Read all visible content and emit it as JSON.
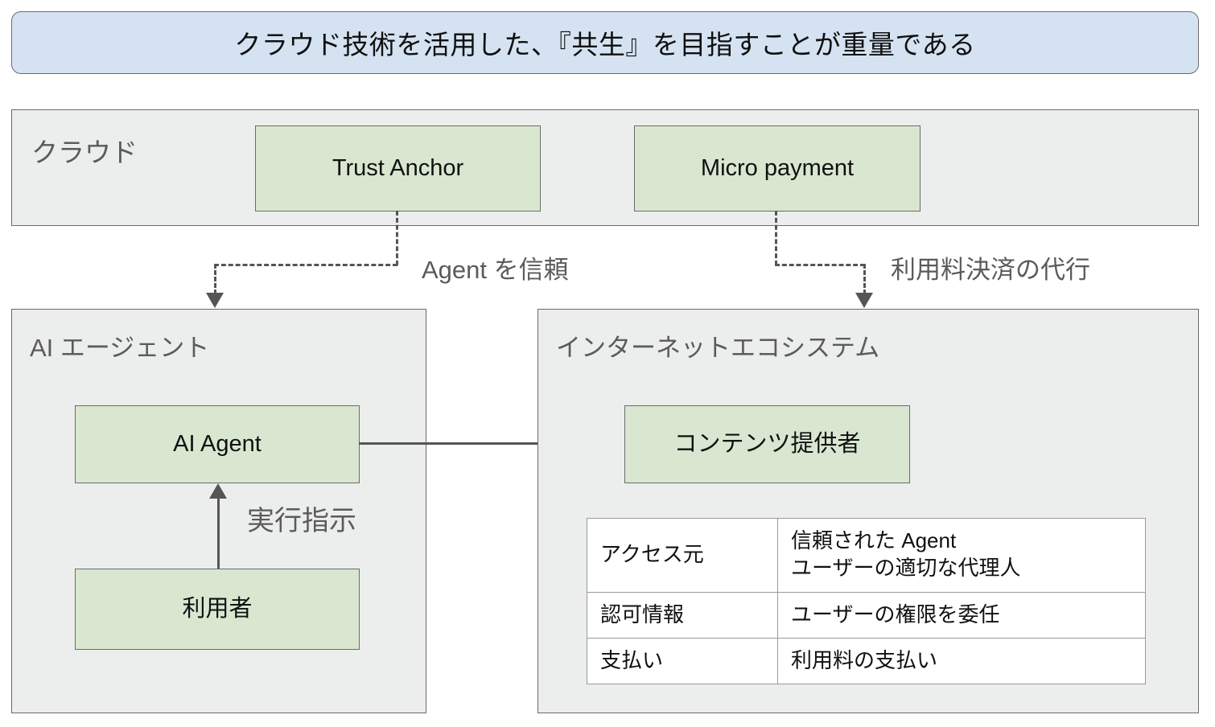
{
  "title_banner": {
    "text": "クラウド技術を活用した、『共生』を目指すことが重量である"
  },
  "groups": {
    "cloud": {
      "label": "クラウド"
    },
    "agent": {
      "label": "AI エージェント"
    },
    "ecosystem": {
      "label": "インターネットエコシステム"
    }
  },
  "nodes": {
    "trust_anchor": {
      "label": "Trust Anchor"
    },
    "micro_payment": {
      "label": "Micro payment"
    },
    "ai_agent": {
      "label": "AI Agent"
    },
    "user": {
      "label": "利用者"
    },
    "content_provider": {
      "label": "コンテンツ提供者"
    }
  },
  "edges": {
    "trust_to_agent": {
      "label": "Agent を信頼"
    },
    "payment_to_ecosystem": {
      "label": "利用料決済の代行"
    },
    "user_to_agent": {
      "label": "実行指示"
    },
    "agent_to_provider": {
      "label": ""
    }
  },
  "attribute_table": {
    "rows": [
      {
        "key": "アクセス元",
        "value_line1": "信頼された Agent",
        "value_line2": "ユーザーの適切な代理人"
      },
      {
        "key": "認可情報",
        "value_line1": "ユーザーの権限を委任",
        "value_line2": ""
      },
      {
        "key": "支払い",
        "value_line1": "利用料の支払い",
        "value_line2": ""
      }
    ]
  },
  "colors": {
    "banner_fill": "#d5e2f1",
    "group_fill": "#eceded",
    "node_fill": "#d9e7d1",
    "stroke": "#6b6b6b",
    "connector": "#555555",
    "label_text": "#5b5b5b",
    "body_text": "#101010",
    "page_background": "#ffffff"
  }
}
